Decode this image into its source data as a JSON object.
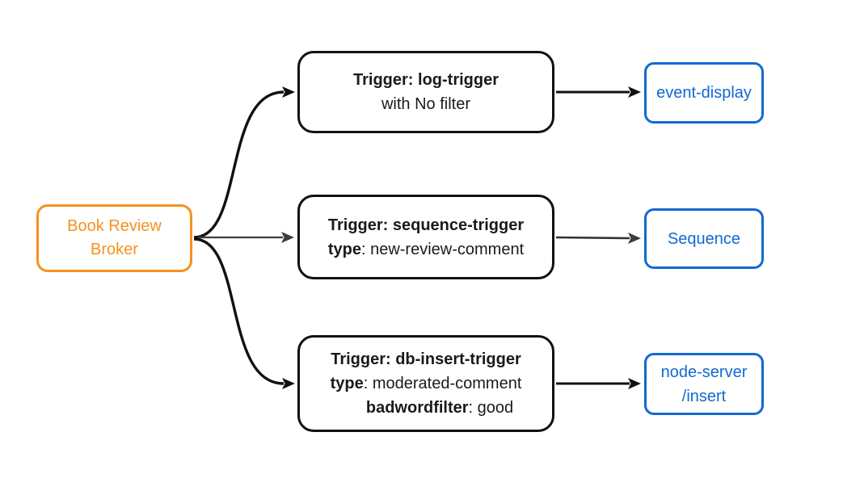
{
  "diagram": {
    "kind": "broker-trigger-flow",
    "colors": {
      "broker_accent": "#F5921E",
      "sink_accent": "#1269D2",
      "node_border_black": "#111111",
      "arrow_black": "#111111",
      "arrow_gray": "#3D3D3D",
      "background": "#FFFFFF"
    },
    "broker": {
      "label_line1": "Book Review",
      "label_line2": "Broker"
    },
    "triggers": [
      {
        "title": "Trigger: log-trigger",
        "subtitle": "with No filter"
      },
      {
        "title": "Trigger: sequence-trigger",
        "attr1_key": "type",
        "attr1_value": ": new-review-comment"
      },
      {
        "title": "Trigger: db-insert-trigger",
        "attr1_key": "type",
        "attr1_value": ": moderated-comment",
        "attr2_key": "badwordfilter",
        "attr2_value": ": good"
      }
    ],
    "sinks": [
      {
        "label": "event-display"
      },
      {
        "label": "Sequence"
      },
      {
        "label_line1": "node-server",
        "label_line2": "/insert"
      }
    ]
  }
}
